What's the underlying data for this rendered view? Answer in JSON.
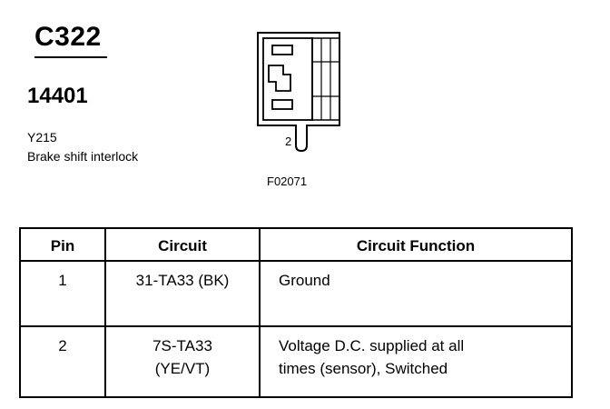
{
  "connector": {
    "title": "C322",
    "part_number": "14401",
    "code": "Y215",
    "description": "Brake shift interlock",
    "pin_label": "2",
    "figure_id": "F02071"
  },
  "table": {
    "headers": {
      "pin": "Pin",
      "circuit": "Circuit",
      "function": "Circuit Function"
    },
    "rows": [
      {
        "pin": "1",
        "circuit_lines": [
          "31-TA33 (BK)"
        ],
        "function_lines": [
          "Ground"
        ]
      },
      {
        "pin": "2",
        "circuit_lines": [
          "7S-TA33",
          "(YE/VT)"
        ],
        "function_lines": [
          "Voltage D.C. supplied at all",
          "times (sensor), Switched"
        ]
      }
    ]
  }
}
